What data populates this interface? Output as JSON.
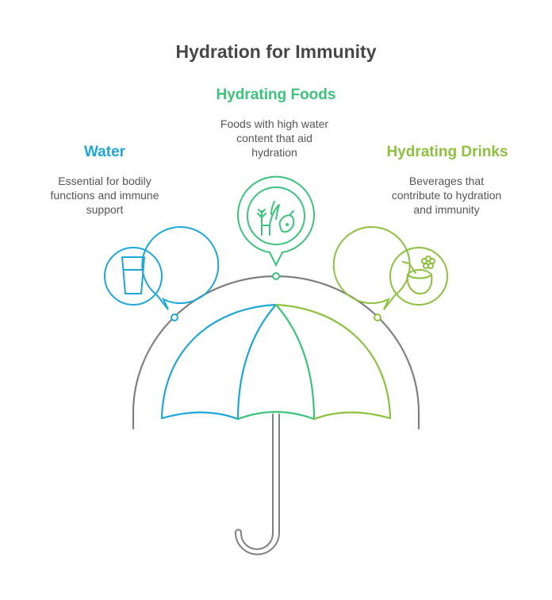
{
  "title": "Hydration for Immunity",
  "colors": {
    "water": "#1EA7D8",
    "foods": "#3CC47C",
    "drinks": "#8DC13F",
    "umbrella_outline": "#808080",
    "title_text": "#474747",
    "body_text": "#555555"
  },
  "items": [
    {
      "heading": "Water",
      "lines": [
        "Essential for bodily",
        "functions and immune",
        "support"
      ],
      "icon": "water-glass-icon"
    },
    {
      "heading": "Hydrating Foods",
      "lines": [
        "Foods with high water",
        "content that aid",
        "hydration"
      ],
      "icon": "plants-and-fruit-icon"
    },
    {
      "heading": "Hydrating Drinks",
      "lines": [
        "Beverages that",
        "contribute to hydration",
        "and immunity"
      ],
      "icon": "coconut-drink-icon"
    }
  ]
}
